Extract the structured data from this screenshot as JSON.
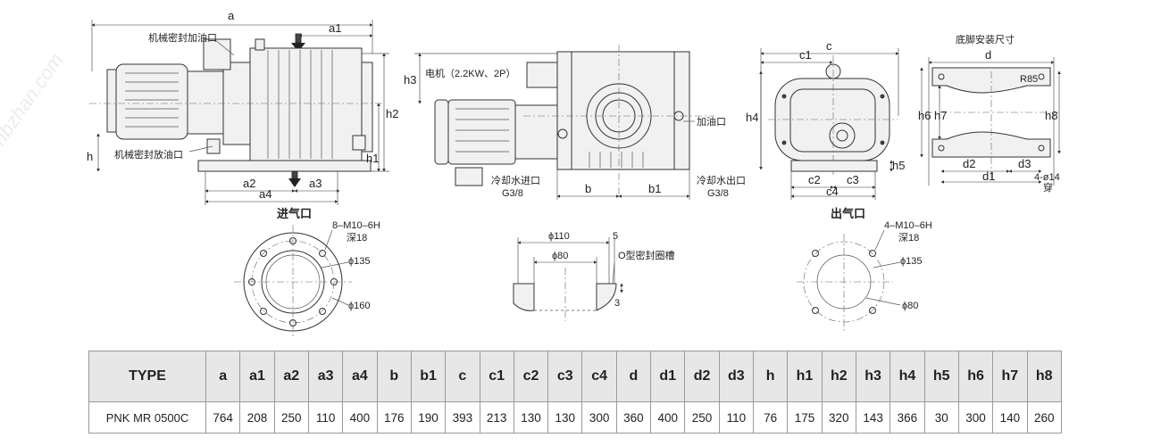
{
  "labels": {
    "mech_seal_fill": "机械密封加油口",
    "mech_seal_drain": "机械密封放油口",
    "motor": "电机（2.2KW、2P）",
    "oil_fill": "加油口",
    "water_in": "冷却水进口",
    "water_out": "冷却水出口",
    "water_in_size": "G3/8",
    "water_out_size": "G3/8",
    "foot_title": "底脚安装尺寸",
    "r85": "R85",
    "hole_note_1": "4-ø14",
    "hole_note_2": "穿",
    "inlet_title": "进气口",
    "outlet_title": "出气口",
    "inlet_holes_1": "8–M10–6H",
    "inlet_holes_2": "深18",
    "inlet_d1": "ϕ135",
    "inlet_d2": "ϕ160",
    "groove_d1": "ϕ110",
    "groove_d2": "ϕ80",
    "groove_w": "5",
    "groove_h": "3",
    "oring": "O型密封圈槽",
    "outlet_holes_1": "4–M10–6H",
    "outlet_holes_2": "深18",
    "outlet_d1": "ϕ135",
    "outlet_d2": "ϕ80"
  },
  "dims": {
    "a": "a",
    "a1": "a1",
    "a2": "a2",
    "a3": "a3",
    "a4": "a4",
    "b": "b",
    "b1": "b1",
    "c": "c",
    "c1": "c1",
    "c2": "c2",
    "c3": "c3",
    "c4": "c4",
    "d": "d",
    "d1": "d1",
    "d2": "d2",
    "d3": "d3",
    "h": "h",
    "h1": "h1",
    "h2": "h2",
    "h3": "h3",
    "h4": "h4",
    "h5": "h5",
    "h6": "h6",
    "h7": "h7",
    "h8": "h8"
  },
  "watermark": "hbzhan.com",
  "table": {
    "type_header": "TYPE",
    "columns": [
      "a",
      "a1",
      "a2",
      "a3",
      "a4",
      "b",
      "b1",
      "c",
      "c1",
      "c2",
      "c3",
      "c4",
      "d",
      "d1",
      "d2",
      "d3",
      "h",
      "h1",
      "h2",
      "h3",
      "h4",
      "h5",
      "h6",
      "h7",
      "h8"
    ],
    "rows": [
      {
        "type": "PNK  MR  0500C",
        "values": [
          "764",
          "208",
          "250",
          "110",
          "400",
          "176",
          "190",
          "393",
          "213",
          "130",
          "130",
          "300",
          "360",
          "400",
          "250",
          "110",
          "76",
          "175",
          "320",
          "143",
          "366",
          "30",
          "300",
          "140",
          "260"
        ]
      }
    ]
  }
}
